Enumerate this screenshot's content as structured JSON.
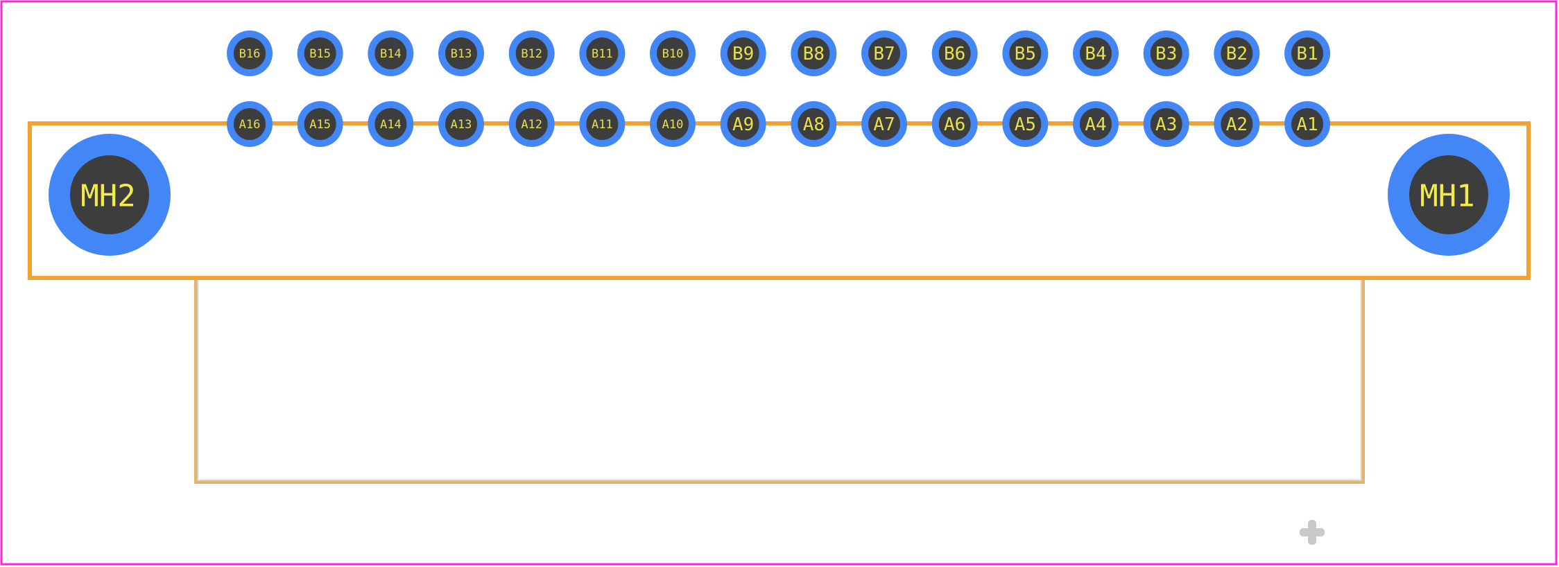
{
  "colors": {
    "background": "#ffffff",
    "board_border": "#ff26e2",
    "silkscreen": "#f2a232",
    "courtyard": "#e2b46e",
    "courtyard_inner": "#d9d9d9",
    "pad_ring": "#4287f5",
    "pad_hole": "#3d3d3d",
    "pad_label": "#e6e04a",
    "origin_marker": "#c8c8c8"
  },
  "pads": {
    "row_b": [
      "B16",
      "B15",
      "B14",
      "B13",
      "B12",
      "B11",
      "B10",
      "B9",
      "B8",
      "B7",
      "B6",
      "B5",
      "B4",
      "B3",
      "B2",
      "B1"
    ],
    "row_a": [
      "A16",
      "A15",
      "A14",
      "A13",
      "A12",
      "A11",
      "A10",
      "A9",
      "A8",
      "A7",
      "A6",
      "A5",
      "A4",
      "A3",
      "A2",
      "A1"
    ]
  },
  "mounting_holes": {
    "left": "MH2",
    "right": "MH1"
  },
  "origin_marker_icon": "crosshair-icon"
}
